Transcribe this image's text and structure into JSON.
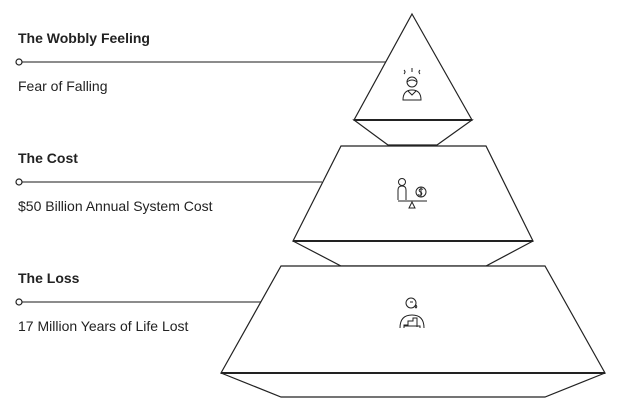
{
  "tiers": [
    {
      "title": "The Wobbly Feeling",
      "description": "Fear of Falling",
      "icon": "worried-person-icon"
    },
    {
      "title": "The Cost",
      "description": "$50 Billion Annual System Cost",
      "icon": "person-money-scale-icon"
    },
    {
      "title": "The Loss",
      "description": "17 Million Years of Life Lost",
      "icon": "crying-person-chart-icon"
    }
  ]
}
